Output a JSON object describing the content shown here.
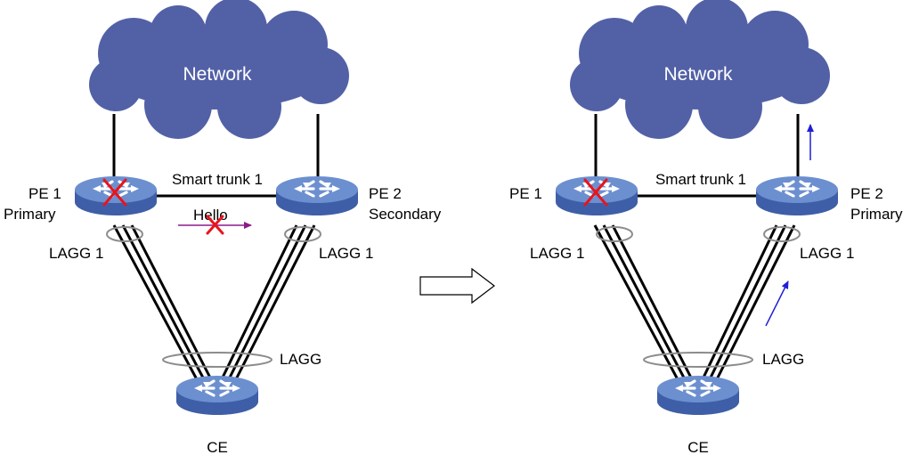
{
  "colors": {
    "cloud": "#5261a6",
    "router_top": "#6c8fcf",
    "router_side": "#3f5ea8",
    "link": "#000000",
    "fail_mark": "#e8141b",
    "hello": "#8b1a8b",
    "traffic": "#1f1fd6",
    "lagg_ring": "#8c8c8c"
  },
  "left": {
    "cloud_label": "Network",
    "trunk_label": "Smart trunk 1",
    "pe1_name": "PE 1",
    "pe1_role": "Primary",
    "pe2_name": "PE 2",
    "pe2_role": "Secondary",
    "hello_label": "Hello",
    "lagg1_left": "LAGG 1",
    "lagg1_right": "LAGG 1",
    "ce_lagg": "LAGG",
    "ce_label": "CE"
  },
  "right": {
    "cloud_label": "Network",
    "trunk_label": "Smart trunk 1",
    "pe1_name": "PE 1",
    "pe2_name": "PE 2",
    "pe2_role": "Primary",
    "lagg1_left": "LAGG 1",
    "lagg1_right": "LAGG 1",
    "ce_lagg": "LAGG",
    "ce_label": "CE"
  },
  "icons": {
    "router": "router-icon",
    "failure": "x-mark-icon",
    "transition": "right-arrow-icon"
  }
}
